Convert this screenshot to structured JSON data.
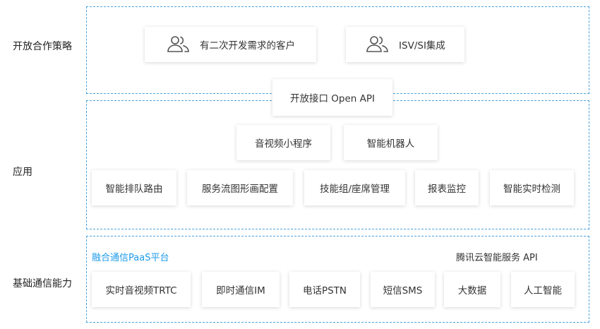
{
  "rows": {
    "strategy": "开放合作策略",
    "app": "应用",
    "infra": "基础通信能力"
  },
  "strategy": {
    "customers": "有二次开发需求的客户",
    "isv": "ISV/SI集成"
  },
  "open_api": "开放接口 Open API",
  "apps": {
    "mini_program": "音视频小程序",
    "robot": "智能机器人",
    "routing": "智能排队路由",
    "flow_config": "服务流图形画配置",
    "skill_group": "技能组/座席管理",
    "report": "报表监控",
    "realtime_detect": "智能实时检测"
  },
  "infra": {
    "paas_title": "融合通信PaaS平台",
    "cloud_api_title": "腾讯云智能服务 API",
    "trtc": "实时音视频TRTC",
    "im": "即时通信IM",
    "pstn": "电话PSTN",
    "sms": "短信SMS",
    "bigdata": "大数据",
    "ai": "人工智能"
  },
  "colors": {
    "dashed_border": "#4aa3e0",
    "accent_text": "#1e9be8"
  },
  "icons": [
    "users-icon"
  ]
}
